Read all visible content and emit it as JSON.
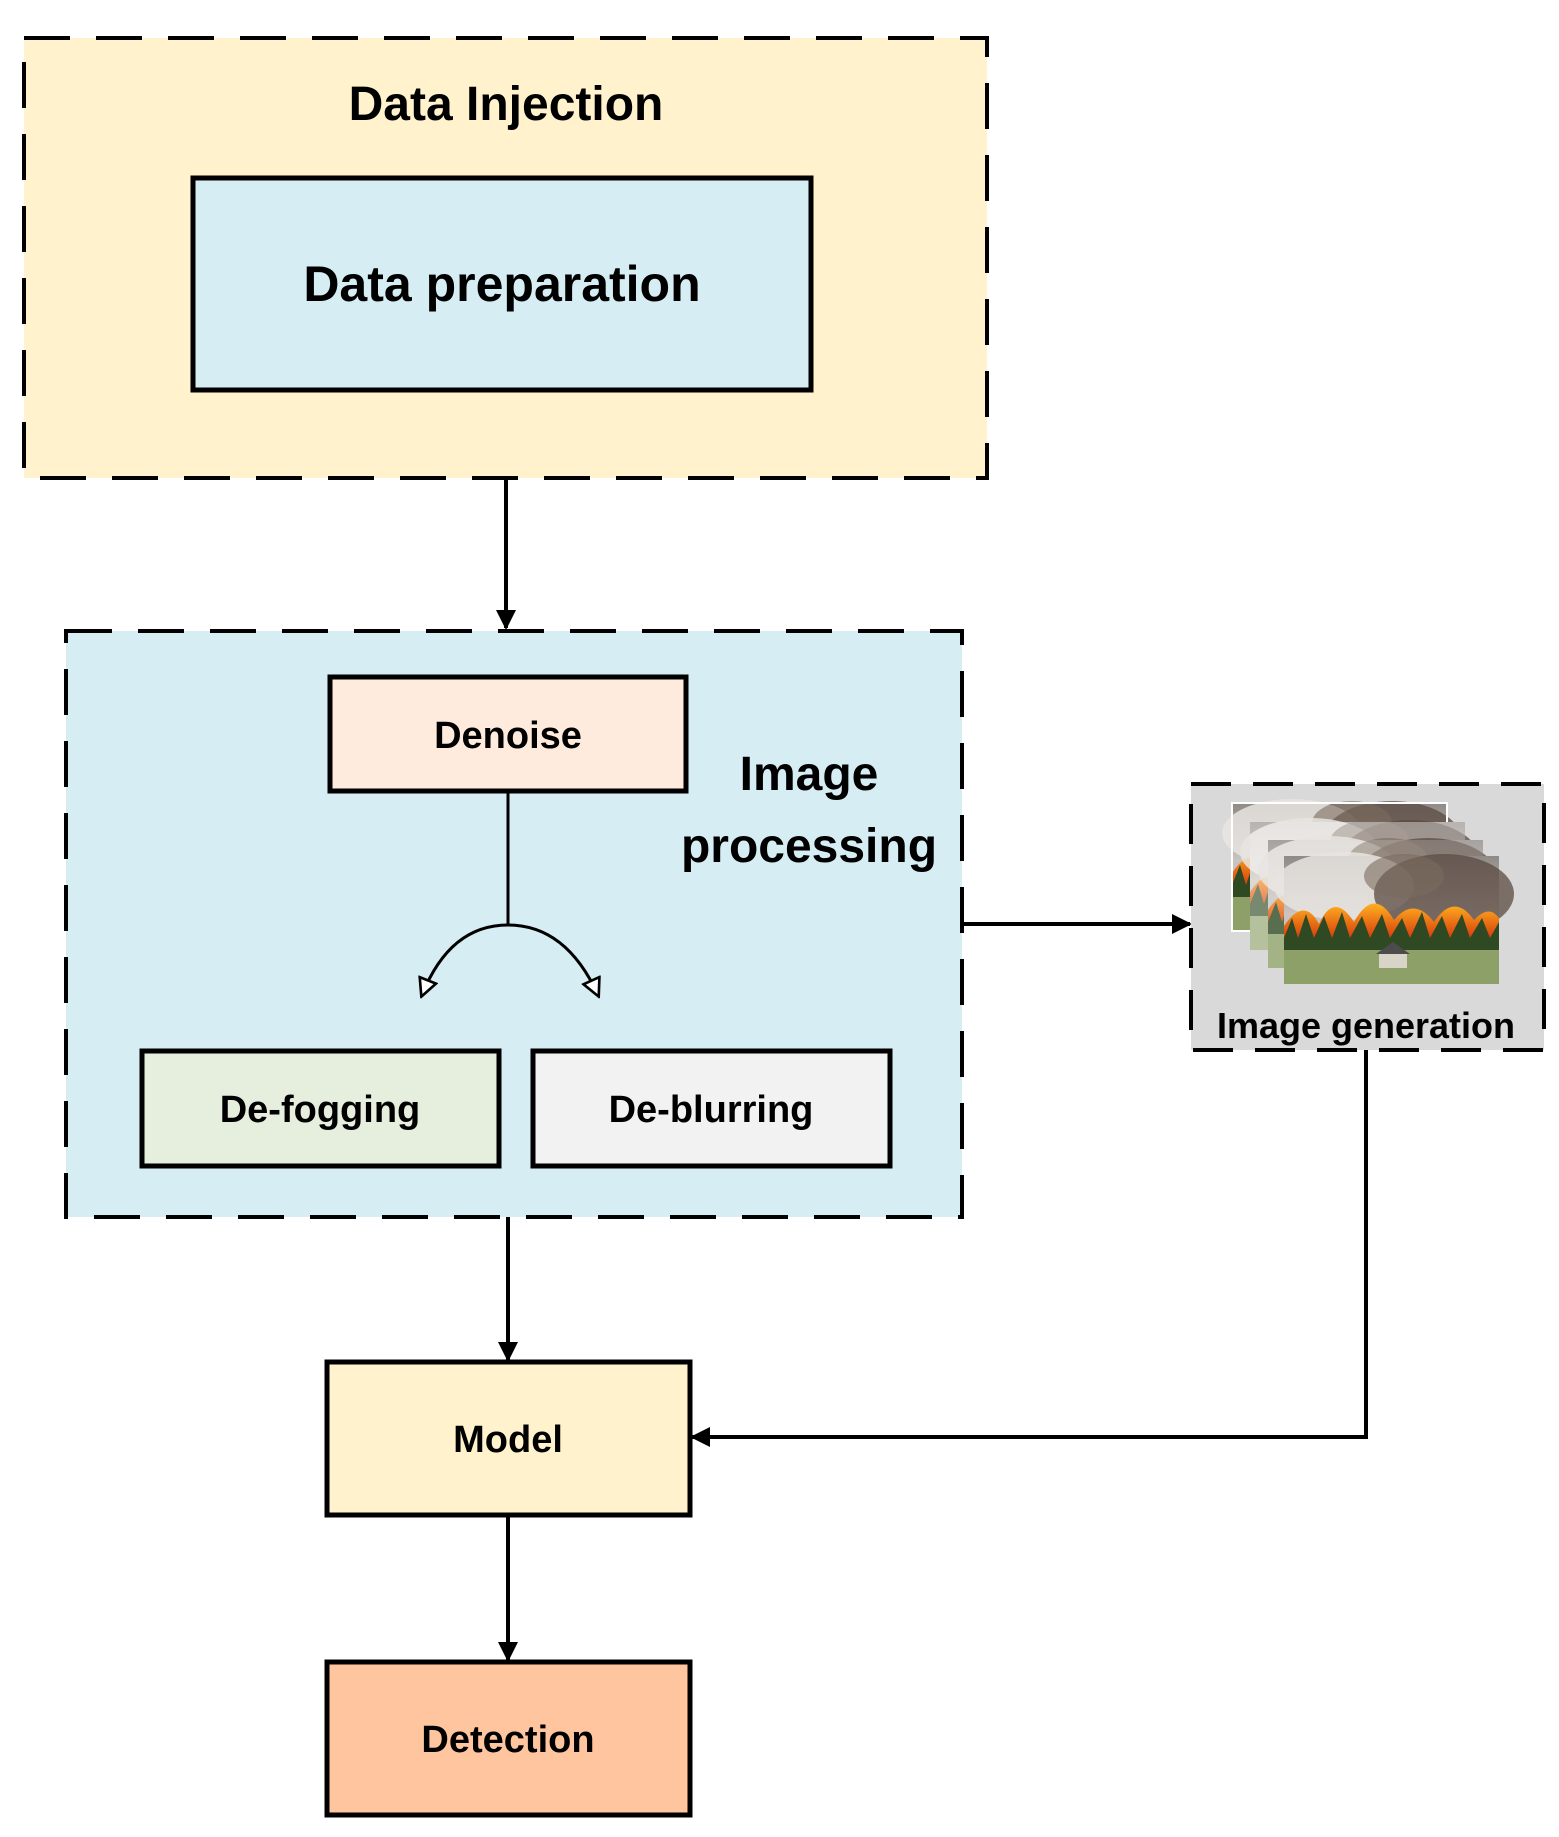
{
  "colors": {
    "data_injection_bg": "#FFF2CC",
    "light_blue": "#D5EDF3",
    "denoise_bg": "#FFEBDE",
    "defogging_bg": "#E6EEDD",
    "deblurring_bg": "#F2F2F2",
    "image_gen_bg": "#D9D9D9",
    "model_bg": "#FFF2CC",
    "detection_bg": "#FFC59E",
    "stroke": "#000000"
  },
  "groups": {
    "data_injection": {
      "label": "Data Injection"
    },
    "image_processing": {
      "label_line1": "Image",
      "label_line2": "processing"
    },
    "image_generation": {
      "label": "Image generation",
      "thumbnail_icon": "wildfire-photo-stack-icon"
    }
  },
  "nodes": {
    "data_preparation": "Data preparation",
    "denoise": "Denoise",
    "defogging": "De-fogging",
    "deblurring": "De-blurring",
    "model": "Model",
    "detection": "Detection"
  }
}
